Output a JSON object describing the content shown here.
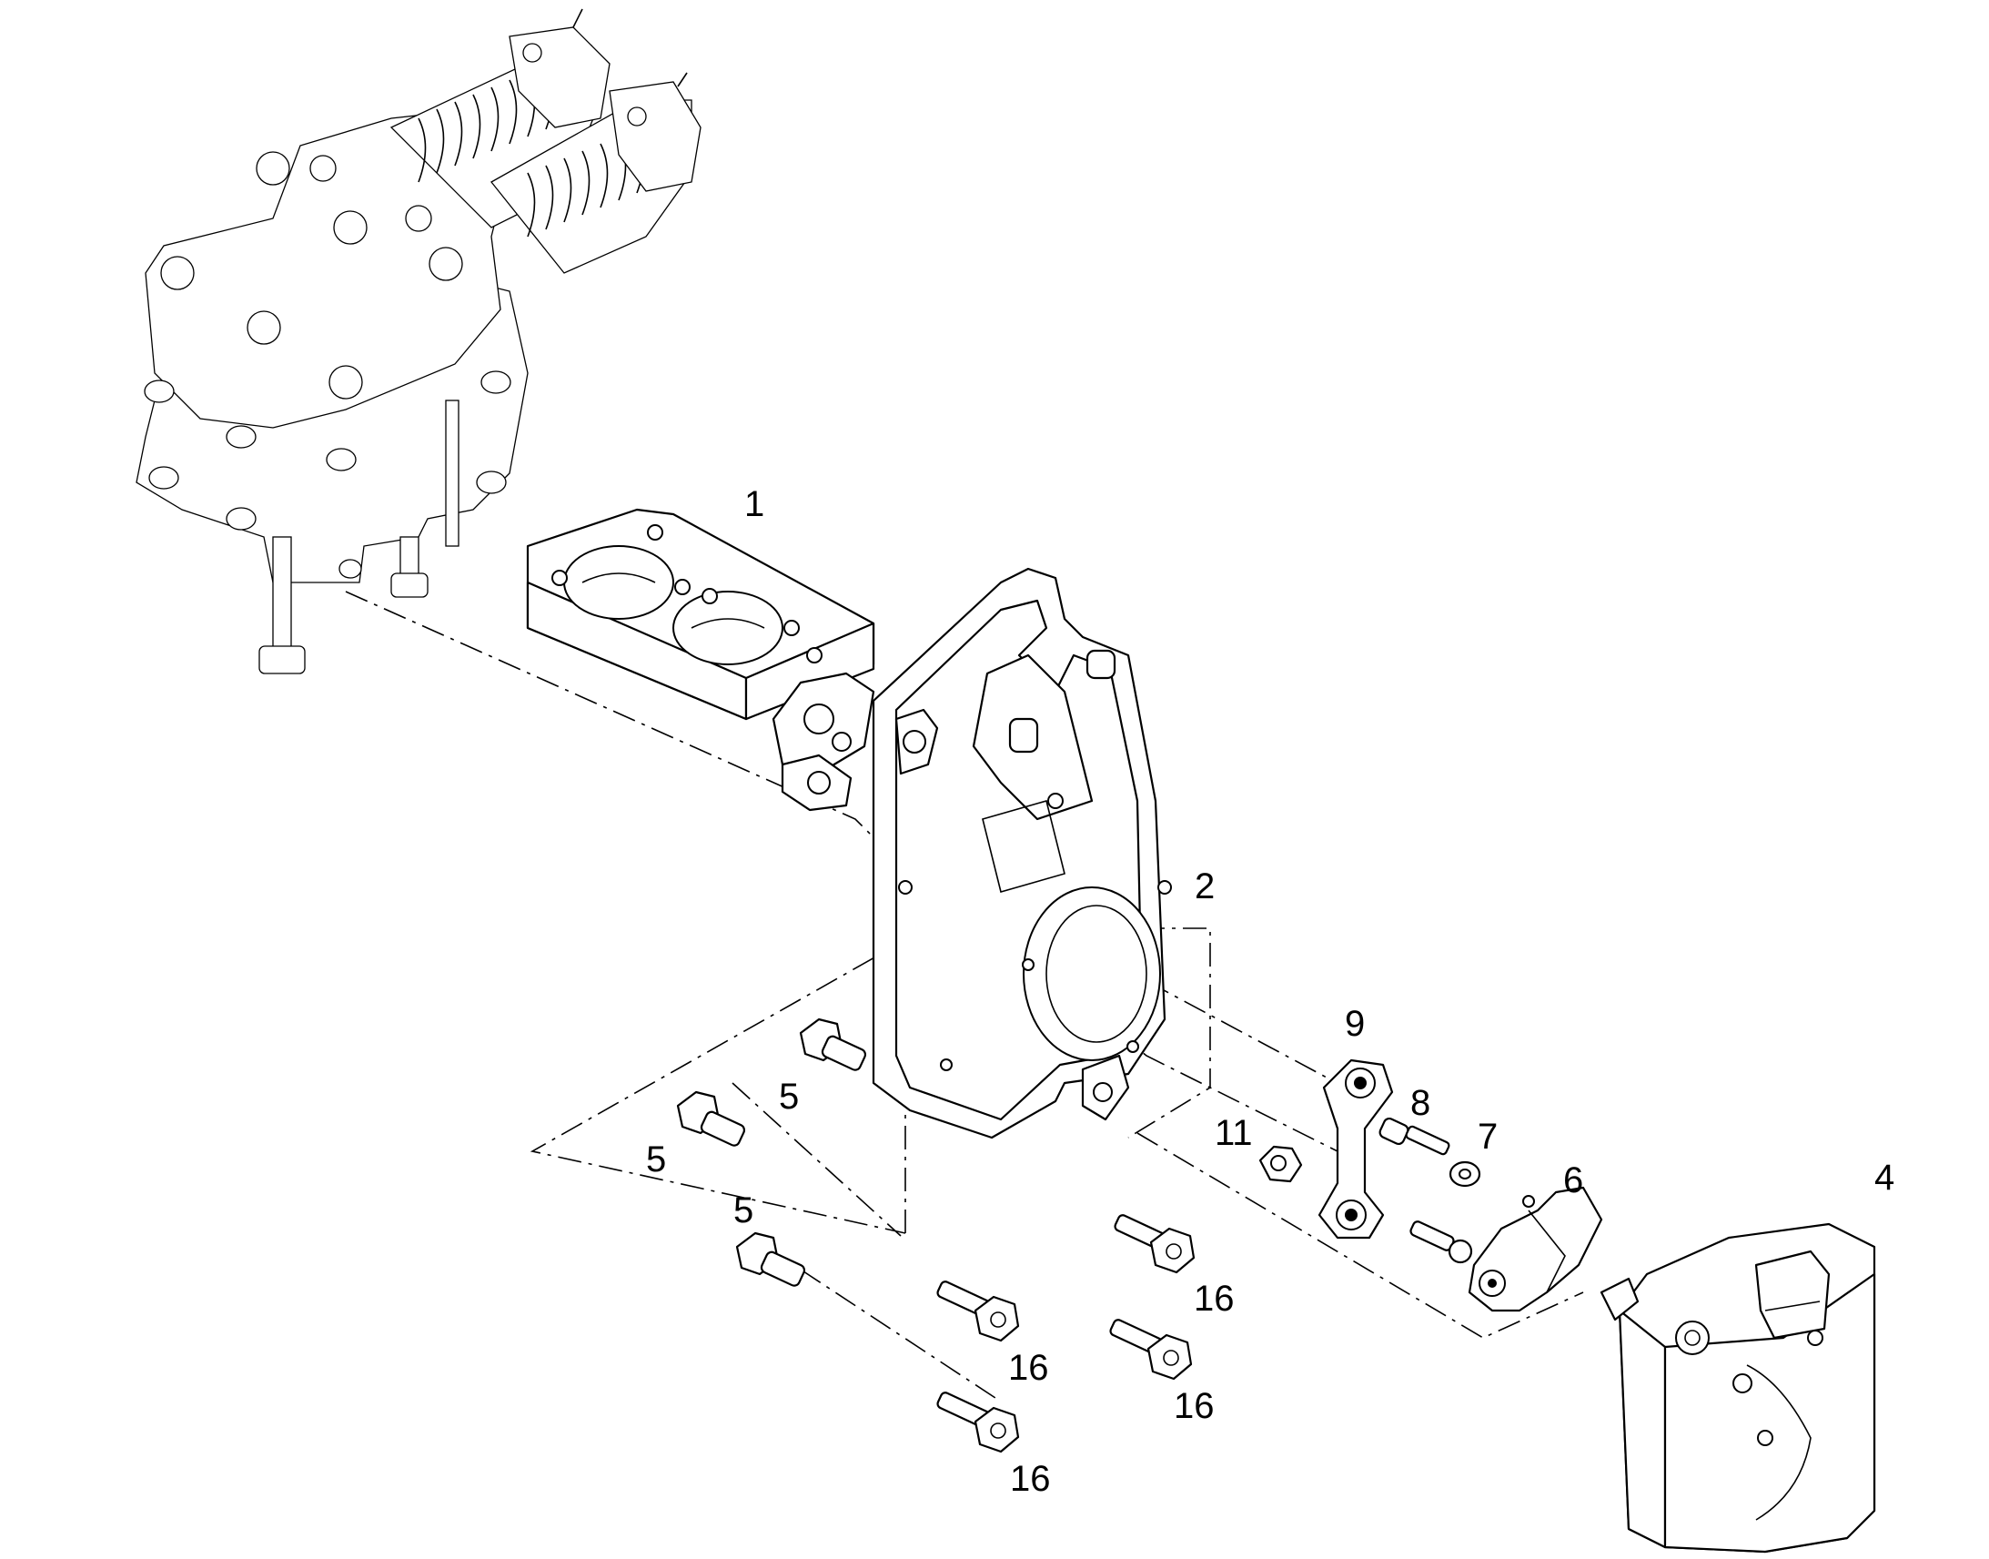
{
  "callouts": {
    "c1": "1",
    "c2": "2",
    "c4": "4",
    "c5a": "5",
    "c5b": "5",
    "c5c": "5",
    "c6": "6",
    "c7": "7",
    "c8": "8",
    "c9": "9",
    "c11": "11",
    "c16a": "16",
    "c16b": "16",
    "c16c": "16",
    "c16d": "16"
  }
}
